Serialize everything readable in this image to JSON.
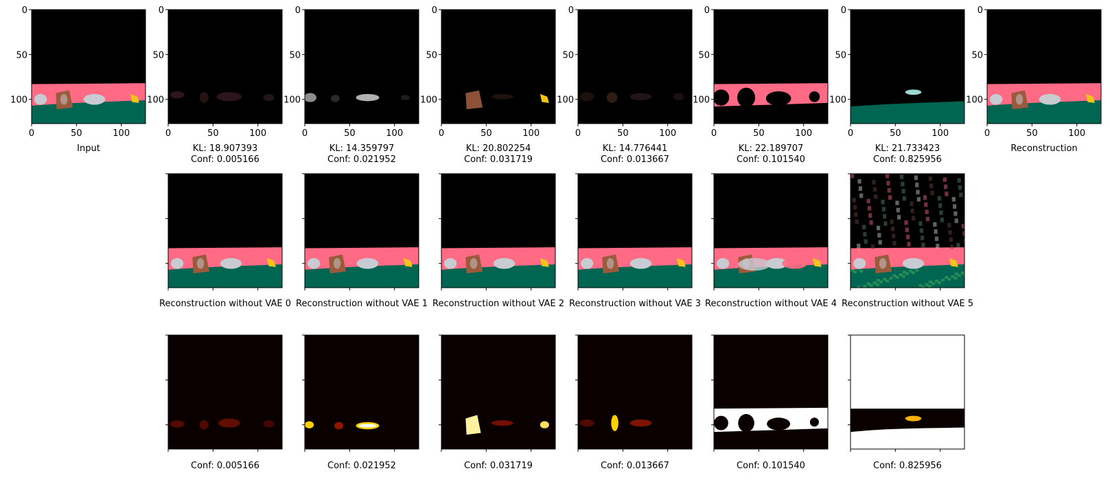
{
  "chart_data": {
    "type": "image_grid",
    "pixel_axis": {
      "ticks": [
        "0",
        "50",
        "100"
      ],
      "range": [
        0,
        127
      ]
    },
    "row1": [
      {
        "caption": [
          "Input"
        ],
        "scene": "full"
      },
      {
        "caption": [
          "KL: 18.907393",
          "Conf: 0.005166"
        ],
        "scene": "comp0"
      },
      {
        "caption": [
          "KL: 14.359797",
          "Conf: 0.021952"
        ],
        "scene": "comp1"
      },
      {
        "caption": [
          "KL: 20.802254",
          "Conf: 0.031719"
        ],
        "scene": "comp2"
      },
      {
        "caption": [
          "KL: 14.776441",
          "Conf: 0.013667"
        ],
        "scene": "comp3"
      },
      {
        "caption": [
          "KL: 22.189707",
          "Conf: 0.101540"
        ],
        "scene": "comp4"
      },
      {
        "caption": [
          "KL: 21.733423",
          "Conf: 0.825956"
        ],
        "scene": "comp5"
      },
      {
        "caption": [
          "Reconstruction"
        ],
        "scene": "full"
      }
    ],
    "row2": [
      {
        "caption": "Reconstruction without VAE 0",
        "scene": "recon"
      },
      {
        "caption": "Reconstruction without VAE 1",
        "scene": "recon"
      },
      {
        "caption": "Reconstruction without VAE 2",
        "scene": "recon"
      },
      {
        "caption": "Reconstruction without VAE 3",
        "scene": "recon"
      },
      {
        "caption": "Reconstruction without VAE 4",
        "scene": "recon4"
      },
      {
        "caption": "Reconstruction without VAE 5",
        "scene": "recon5"
      }
    ],
    "row3": [
      {
        "caption": "Conf: 0.005166",
        "conf": 0.005166,
        "scene": "heat0"
      },
      {
        "caption": "Conf: 0.021952",
        "conf": 0.021952,
        "scene": "heat1"
      },
      {
        "caption": "Conf: 0.031719",
        "conf": 0.031719,
        "scene": "heat2"
      },
      {
        "caption": "Conf: 0.013667",
        "conf": 0.013667,
        "scene": "heat3"
      },
      {
        "caption": "Conf: 0.101540",
        "conf": 0.10154,
        "scene": "heat4"
      },
      {
        "caption": "Conf: 0.825956",
        "conf": 0.825956,
        "scene": "heat5"
      }
    ],
    "colors": {
      "sky": "#000000",
      "wall": "#ff6b85",
      "floor": "#006651",
      "object_brown": "#9b5a3c",
      "object_silver": "#c8ccd2",
      "object_yellow": "#f0c419",
      "heat_dark": "#0b0000",
      "heat_hot": "#ffffff"
    }
  }
}
